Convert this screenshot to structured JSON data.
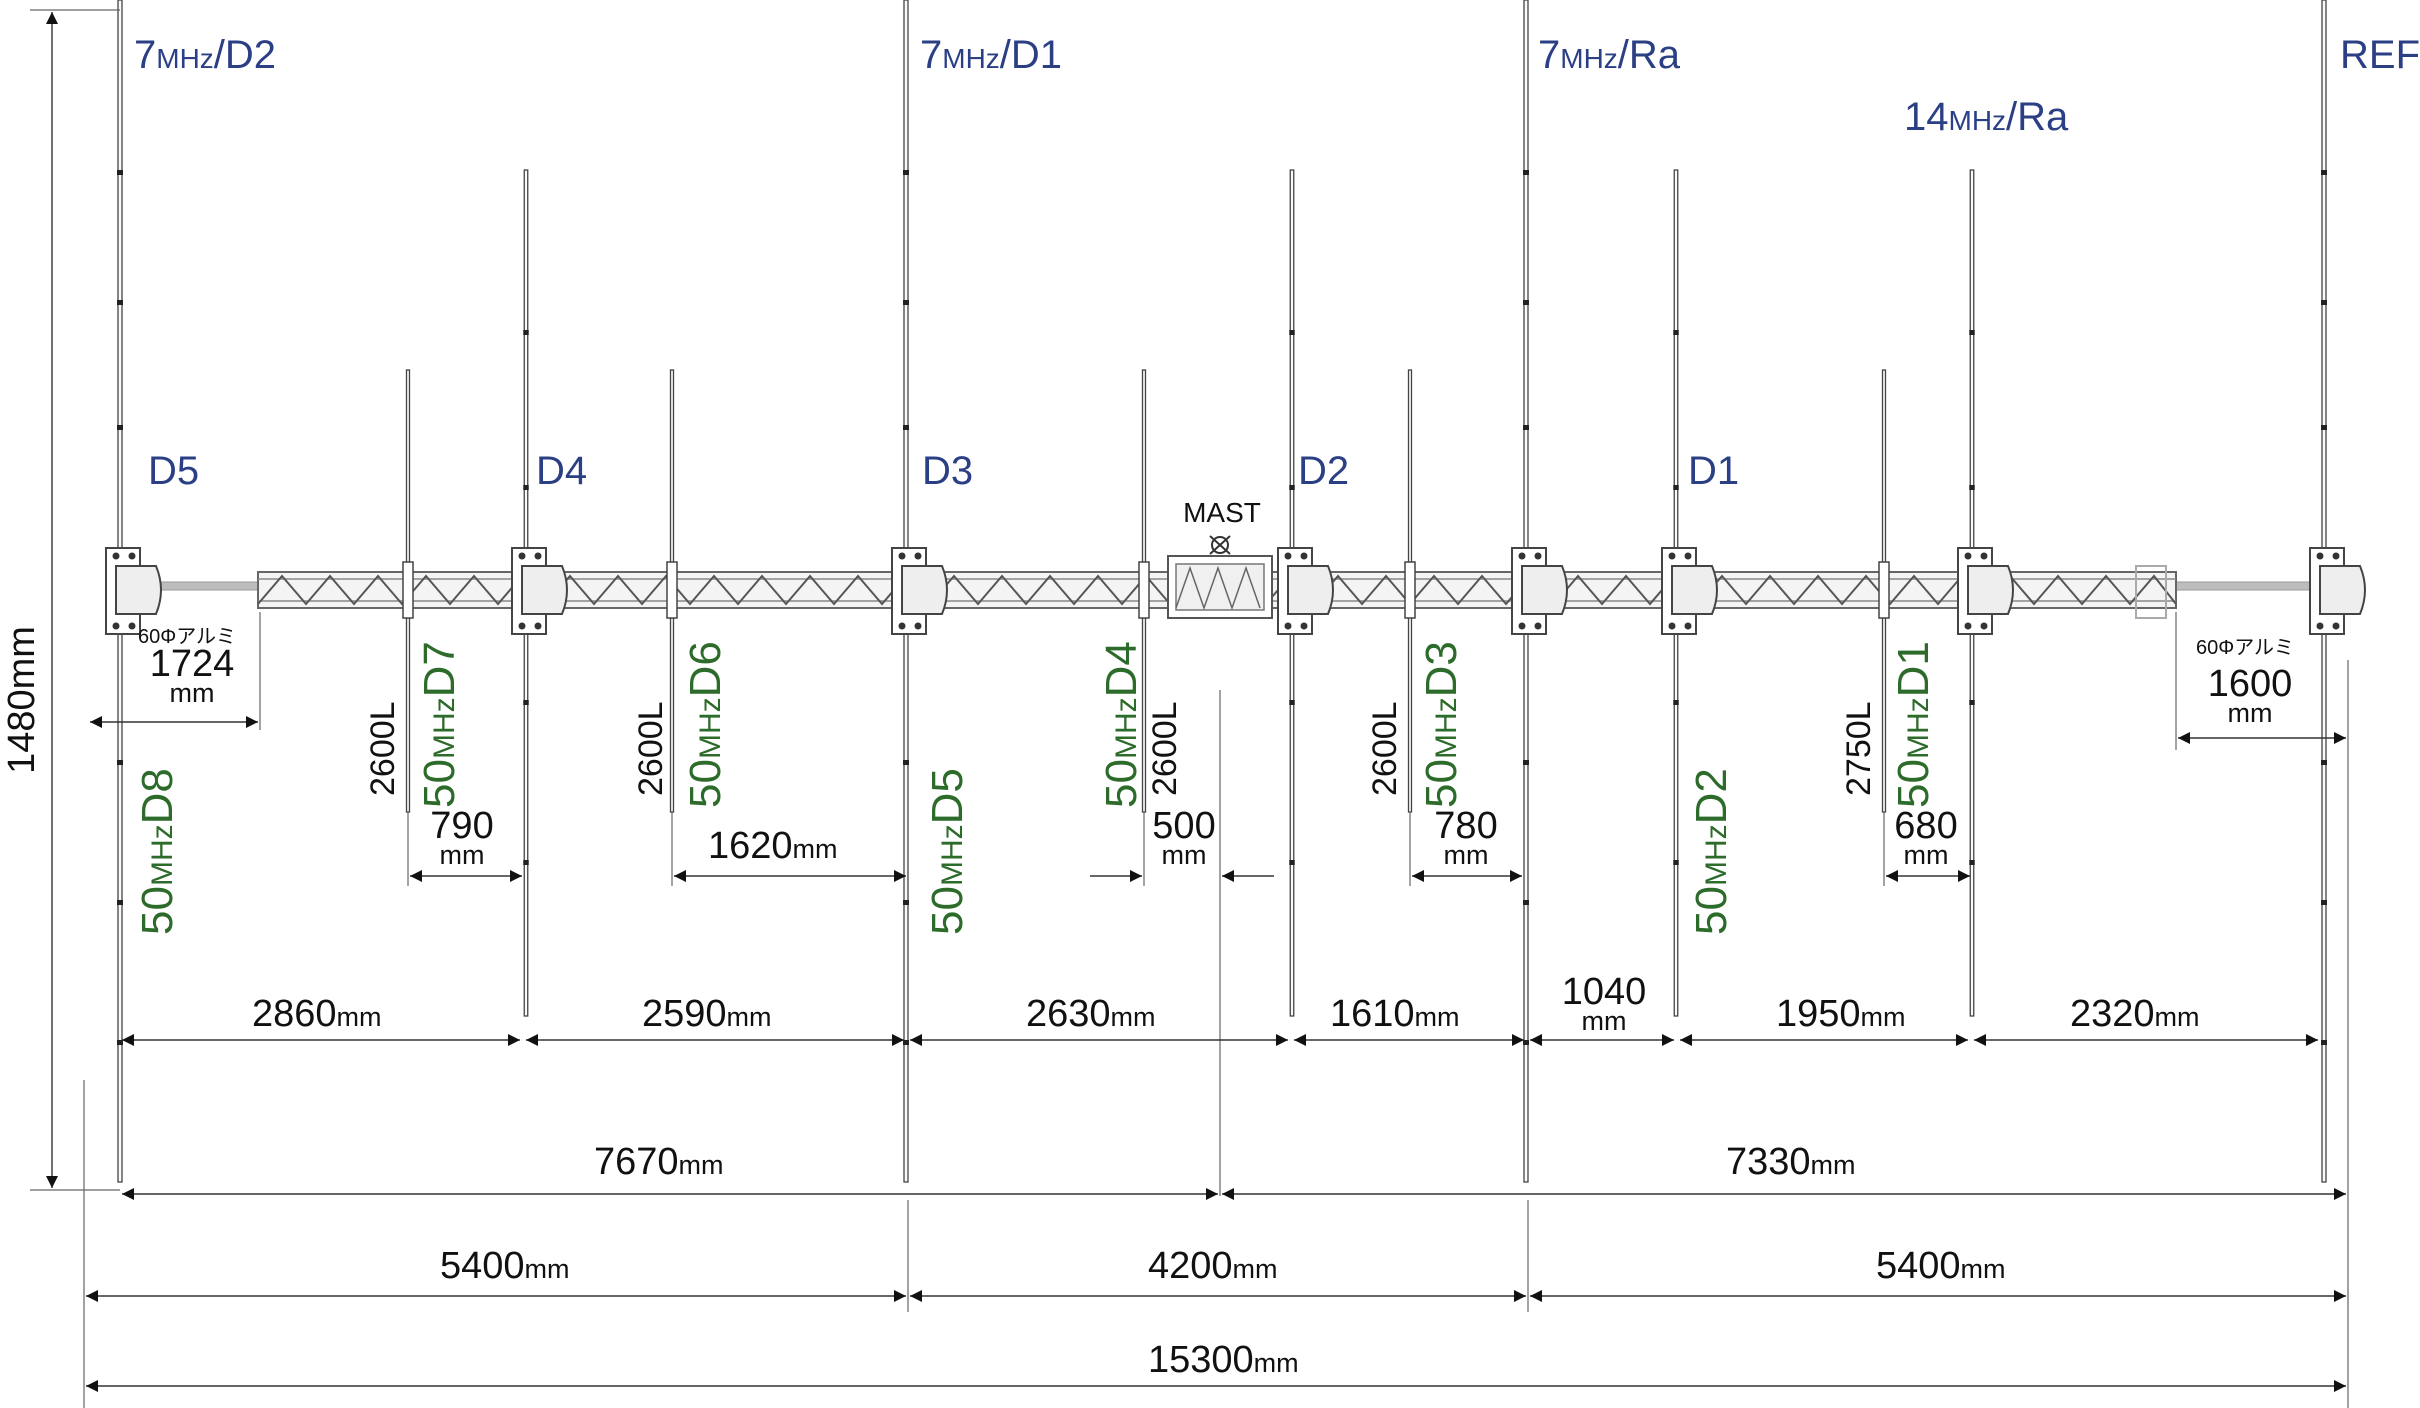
{
  "colors": {
    "blue": "#2b3f85",
    "green": "#2d6b2b",
    "boom": "#9a9a9a",
    "line": "#333333"
  },
  "band_labels": [
    {
      "id": "7d2",
      "big": "7",
      "small": "MHz",
      "rest": "/D2"
    },
    {
      "id": "7d1",
      "big": "7",
      "small": "MHz",
      "rest": "/D1"
    },
    {
      "id": "7ra",
      "big": "7",
      "small": "MHz",
      "rest": "/Ra"
    },
    {
      "id": "14ra",
      "big": "14",
      "small": "MHz",
      "rest": "/Ra"
    },
    {
      "id": "ref",
      "big": "REF",
      "small": "",
      "rest": ""
    }
  ],
  "fourteen_labels": [
    "D5",
    "D4",
    "D3",
    "D2",
    "D1"
  ],
  "six_labels": [
    {
      "big": "50",
      "small": "MHz",
      "rest": "D8"
    },
    {
      "big": "50",
      "small": "MHz",
      "rest": "D7"
    },
    {
      "big": "50",
      "small": "MHz",
      "rest": "D6"
    },
    {
      "big": "50",
      "small": "MHz",
      "rest": "D5"
    },
    {
      "big": "50",
      "small": "MHz",
      "rest": "D4"
    },
    {
      "big": "50",
      "small": "MHz",
      "rest": "D3"
    },
    {
      "big": "50",
      "small": "MHz",
      "rest": "D2"
    },
    {
      "big": "50",
      "small": "MHz",
      "rest": "D1"
    }
  ],
  "element_lengths": [
    "2600L",
    "2600L",
    "2600L",
    "2600L",
    "2750L"
  ],
  "mast_label": "MAST",
  "boom_tip": {
    "left": {
      "note": "60Φアルミ",
      "value": "1724",
      "unit": "mm"
    },
    "right": {
      "note": "60Φアルミ",
      "value": "1600",
      "unit": "mm"
    }
  },
  "height_label": "1480mm",
  "six_spacings": [
    {
      "value": "790",
      "unit": "mm"
    },
    {
      "value": "1620",
      "unit": "mm"
    },
    {
      "value": "500",
      "unit": "mm"
    },
    {
      "value": "780",
      "unit": "mm"
    },
    {
      "value": "680",
      "unit": "mm"
    }
  ],
  "row1": [
    {
      "value": "2860",
      "unit": "mm"
    },
    {
      "value": "2590",
      "unit": "mm"
    },
    {
      "value": "2630",
      "unit": "mm"
    },
    {
      "value": "1610",
      "unit": "mm"
    },
    {
      "value": "1040",
      "unit": "mm"
    },
    {
      "value": "1950",
      "unit": "mm"
    },
    {
      "value": "2320",
      "unit": "mm"
    }
  ],
  "row2": [
    {
      "value": "7670",
      "unit": "mm"
    },
    {
      "value": "7330",
      "unit": "mm"
    }
  ],
  "row3": [
    {
      "value": "5400",
      "unit": "mm"
    },
    {
      "value": "4200",
      "unit": "mm"
    },
    {
      "value": "5400",
      "unit": "mm"
    }
  ],
  "total": {
    "value": "15300",
    "unit": "mm"
  }
}
